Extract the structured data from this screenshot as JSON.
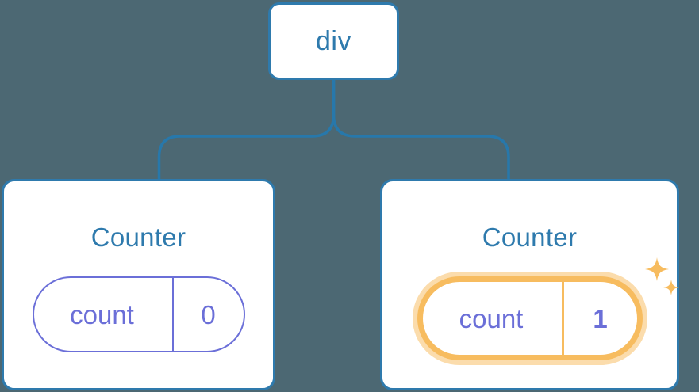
{
  "diagram": {
    "title": "React component tree with highlighted state update",
    "background_color": "#4c6873",
    "node_border_color": "#2e7aad",
    "connector_color": "#2778ab",
    "state_color": "#6b6fd8",
    "highlight_color": "#f7bc5f",
    "highlight_glow_color": "#fbdcac"
  },
  "root": {
    "label": "div"
  },
  "children": [
    {
      "title": "Counter",
      "state": {
        "key": "count",
        "value": "0"
      },
      "highlighted": false,
      "sparkle": false
    },
    {
      "title": "Counter",
      "state": {
        "key": "count",
        "value": "1"
      },
      "highlighted": true,
      "sparkle": true,
      "sparkle_icons": [
        "sparkle-large",
        "sparkle-small"
      ]
    }
  ]
}
